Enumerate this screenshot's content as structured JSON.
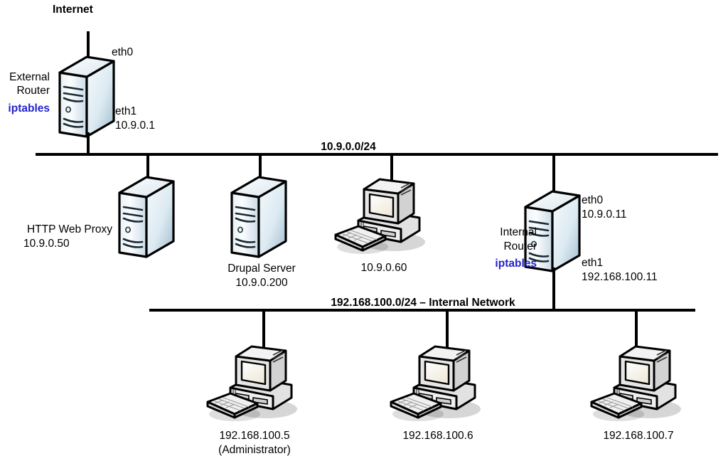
{
  "diagram": {
    "title_internet": "Internet",
    "segments": [
      {
        "id": "ext-seg",
        "label": "10.9.0.0/24"
      },
      {
        "id": "int-seg",
        "label": "192.168.100.0/24 – Internal Network"
      }
    ],
    "nodes": [
      {
        "id": "external-router",
        "type": "server",
        "name_lines": [
          "External",
          "Router"
        ],
        "badge": "iptables",
        "if_top_label": "eth0",
        "if_bottom_label": "eth1",
        "if_bottom_ip": "10.9.0.1"
      },
      {
        "id": "http-web-proxy",
        "type": "server",
        "name_lines": [
          "HTTP Web Proxy"
        ],
        "ip": "10.9.0.50"
      },
      {
        "id": "drupal-server",
        "type": "server",
        "name_lines": [
          "Drupal Server"
        ],
        "ip": "10.9.0.200"
      },
      {
        "id": "workstation-10-9-0-60",
        "type": "desktop",
        "ip": "10.9.0.60"
      },
      {
        "id": "internal-router",
        "type": "server",
        "name_lines": [
          "Internal",
          "Router"
        ],
        "badge": "iptables",
        "if_top_label": "eth0",
        "if_top_ip": "10.9.0.11",
        "if_bottom_label": "eth1",
        "if_bottom_ip": "192.168.100.11"
      },
      {
        "id": "workstation-admin",
        "type": "desktop",
        "ip": "192.168.100.5",
        "role": "(Administrator)"
      },
      {
        "id": "workstation-6",
        "type": "desktop",
        "ip": "192.168.100.6"
      },
      {
        "id": "workstation-7",
        "type": "desktop",
        "ip": "192.168.100.7"
      }
    ],
    "colors": {
      "line": "#000000",
      "text": "#000000",
      "badge": "#2222cc",
      "server_body_light": "#eef4f8",
      "server_body_mid": "#ffffff",
      "server_body_dark": "#b9cfdd",
      "desktop_body": "#e8e8e8"
    }
  }
}
